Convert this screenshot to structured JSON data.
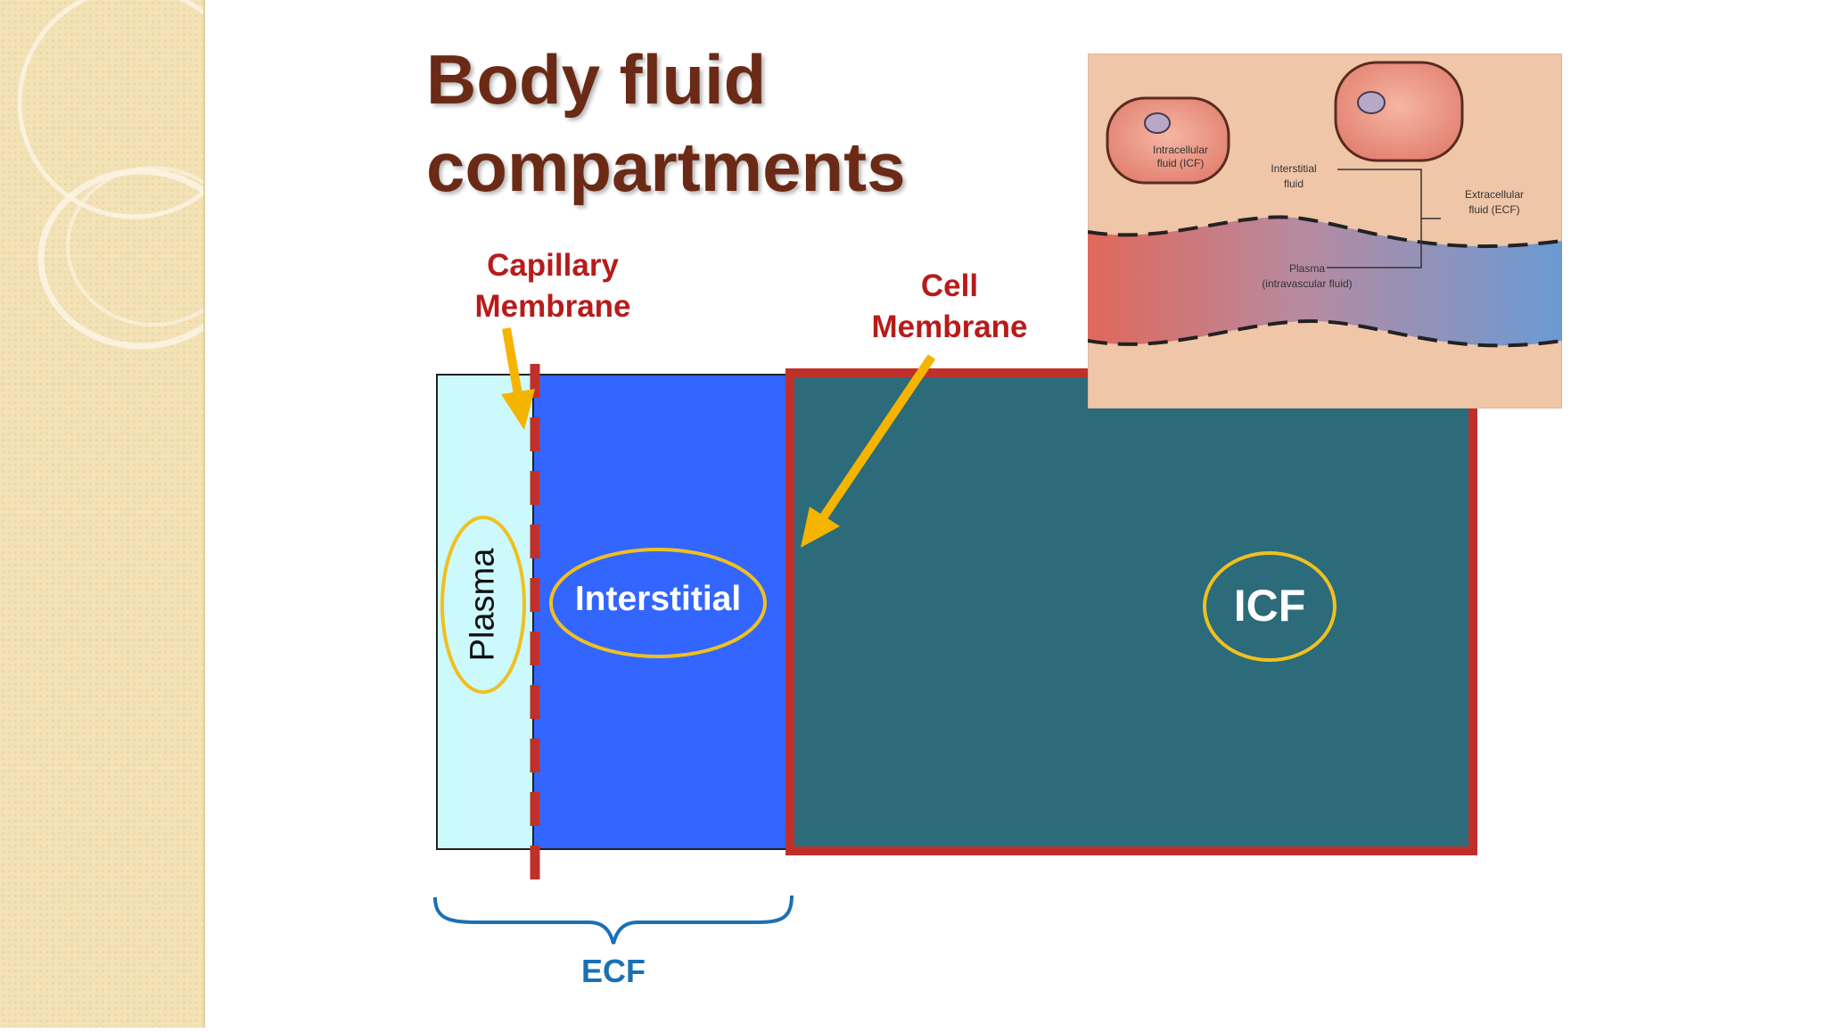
{
  "slide": {
    "title_line1": "Body fluid",
    "title_line2": "compartments",
    "capillary_label": "Capillary\nMembrane",
    "cell_label": "Cell\nMembrane",
    "plasma_label": "Plasma",
    "interstitial_label": "Interstitial",
    "icf_label": "ICF",
    "ecf_label": "ECF"
  },
  "inset": {
    "icf_label_line1": "Intracellular",
    "icf_label_line2": "fluid (ICF)",
    "interstitial_line1": "Interstitial",
    "interstitial_line2": "fluid",
    "ecf_line1": "Extracellular",
    "ecf_line2": "fluid (ECF)",
    "plasma_line1": "Plasma",
    "plasma_line2": "(intravascular fluid)"
  },
  "colors": {
    "title": "#6b2a16",
    "label_red": "#b81b1b",
    "plasma_fill": "#ccf9fb",
    "interstitial_fill": "#3366ff",
    "icf_fill": "#2b6b7a",
    "membrane": "#c0302a",
    "arrow": "#f4b400",
    "ellipse": "#f0c020",
    "ecf_blue": "#1a70b5"
  }
}
